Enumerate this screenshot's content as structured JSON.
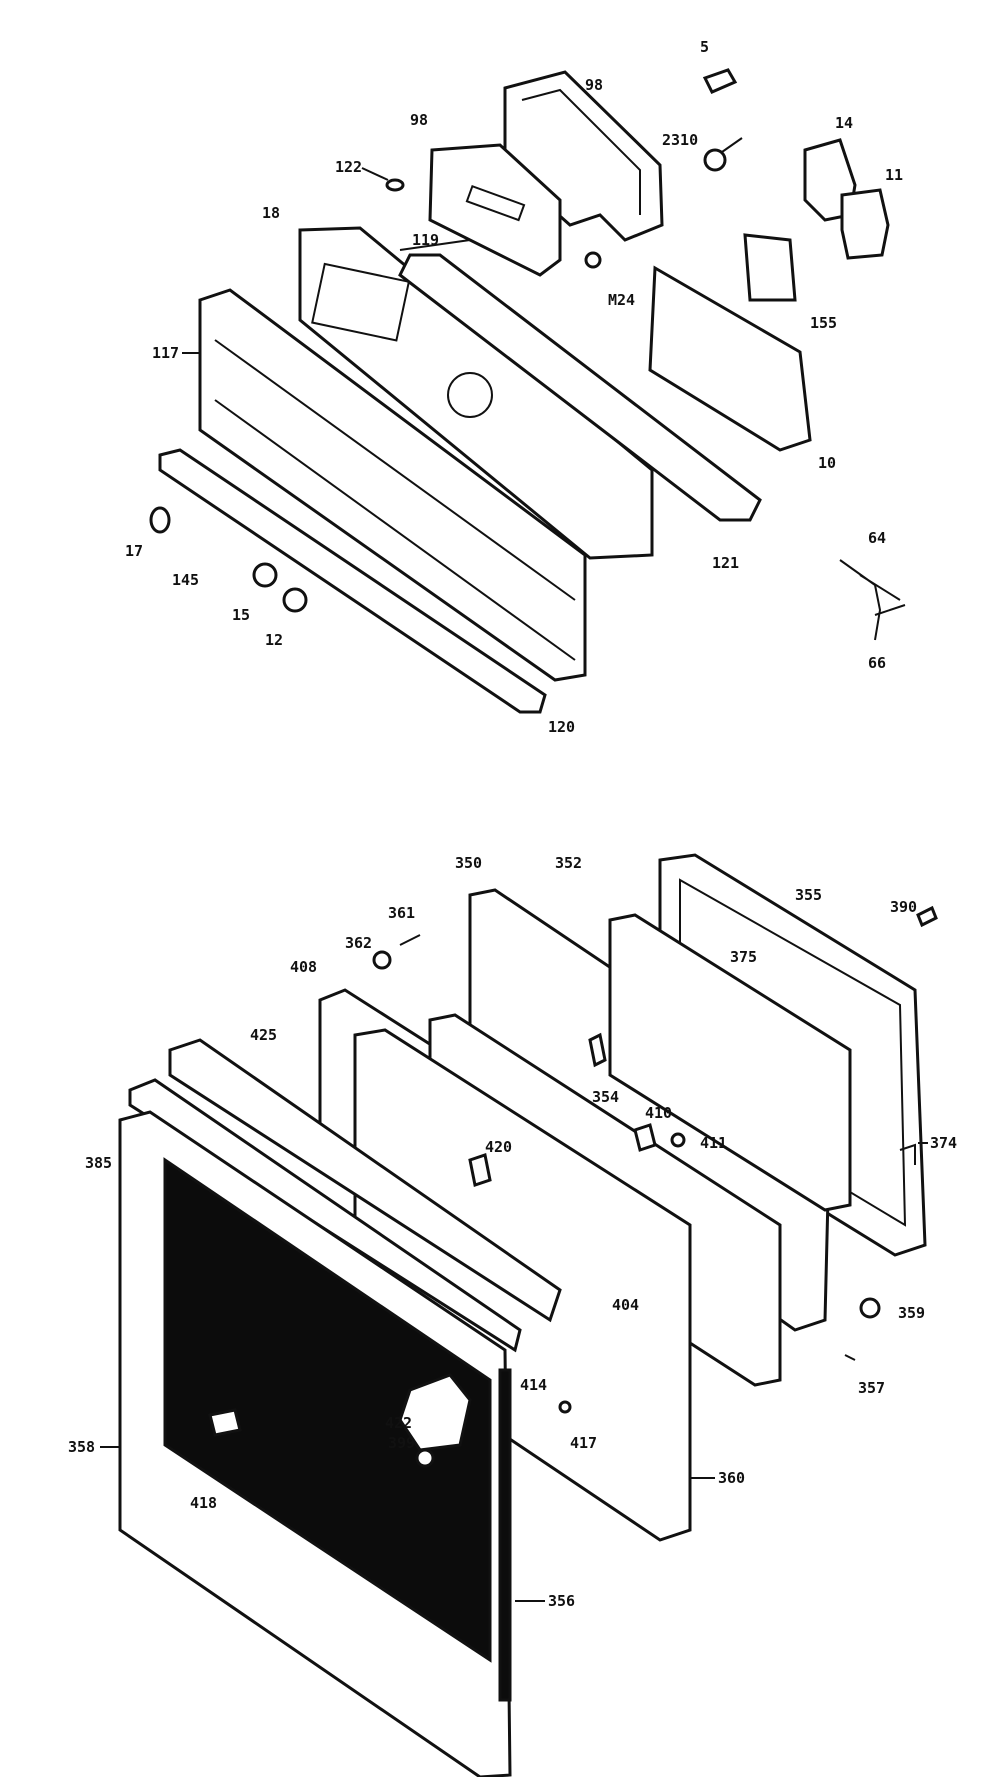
{
  "diagram": {
    "top_assembly_labels": [
      "5",
      "98",
      "2310",
      "122",
      "98",
      "14",
      "11",
      "18",
      "119",
      "M24",
      "155",
      "117",
      "10",
      "121",
      "17",
      "145",
      "15",
      "12",
      "120",
      "64",
      "66"
    ],
    "bottom_assembly_labels": [
      "350",
      "352",
      "355",
      "390",
      "361",
      "362",
      "408",
      "375",
      "425",
      "354",
      "374",
      "385",
      "420",
      "410",
      "411",
      "404",
      "359",
      "357",
      "358",
      "414",
      "422",
      "399",
      "417",
      "418",
      "360",
      "356"
    ]
  }
}
